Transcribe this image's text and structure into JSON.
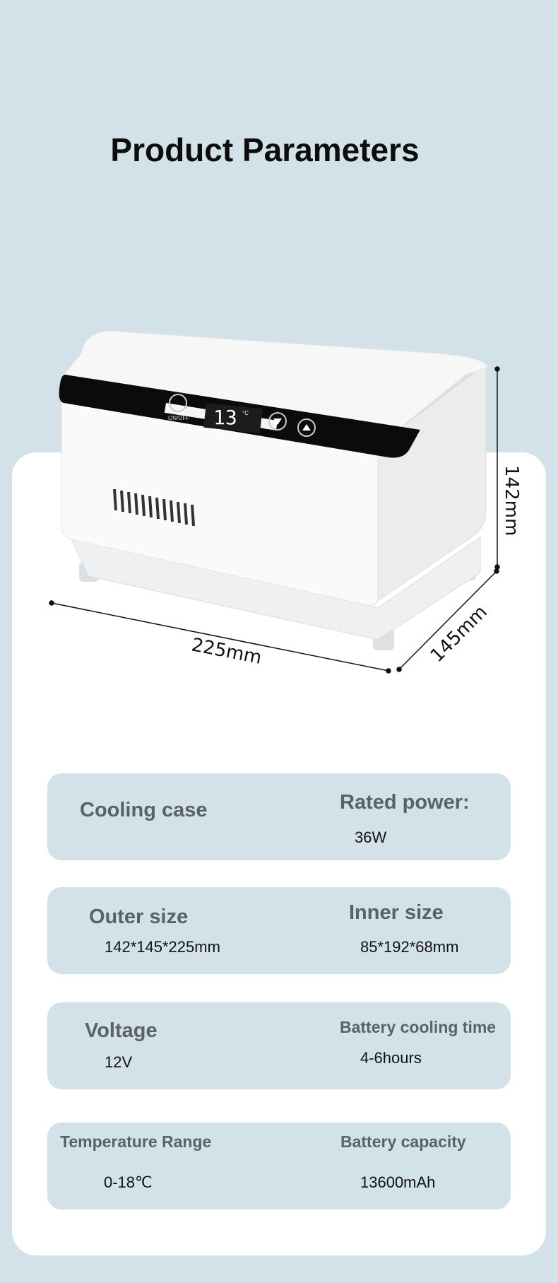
{
  "title": "Product Parameters",
  "product": {
    "display_temp": "13",
    "display_unit": "°C",
    "power_label": "ON/OFF",
    "dim_width": "225mm",
    "dim_depth": "145mm",
    "dim_height": "142mm"
  },
  "params": [
    {
      "left_label": "Cooling case",
      "left_value": "",
      "right_label": "Rated power:",
      "right_value": "36W"
    },
    {
      "left_label": "Outer size",
      "left_value": "142*145*225mm",
      "right_label": "Inner size",
      "right_value": "85*192*68mm"
    },
    {
      "left_label": "Voltage",
      "left_value": "12V",
      "right_label": "Battery cooling time",
      "right_value": "4-6hours"
    },
    {
      "left_label": "Temperature Range",
      "left_value": "0-18℃",
      "right_label": "Battery capacity",
      "right_value": "13600mAh"
    }
  ]
}
